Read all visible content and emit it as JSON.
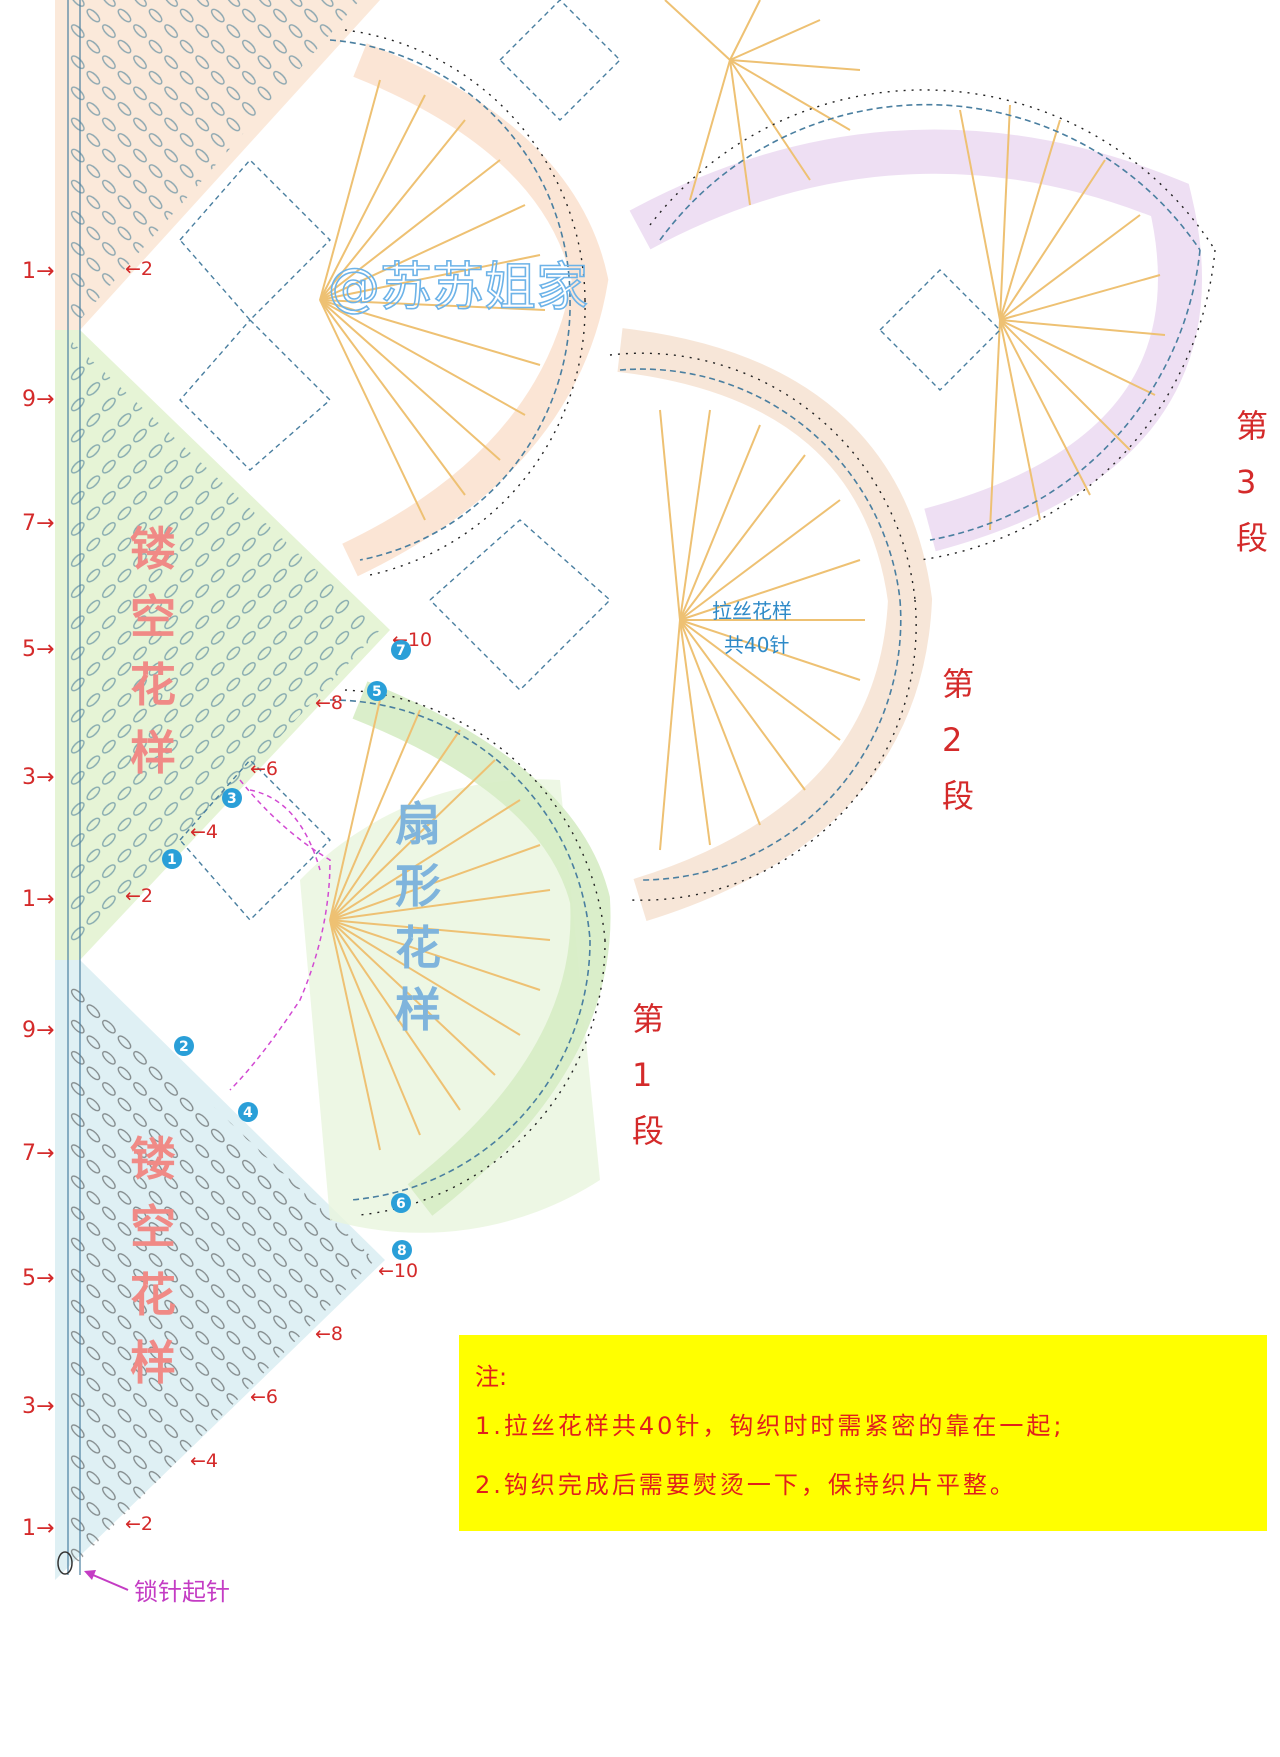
{
  "watermark": "@苏苏姐家",
  "left_panels": {
    "openwork_pattern_label": "镂空花样",
    "fan_pattern_label": "扇形花样"
  },
  "row_labels": [
    "1→",
    "9→",
    "7→",
    "5→",
    "3→",
    "1→",
    "9→",
    "7→",
    "5→",
    "3→",
    "1→"
  ],
  "right_markers": [
    "2",
    "8",
    "6",
    "4",
    "2",
    "10",
    "8",
    "6",
    "4",
    "2"
  ],
  "upper_markers": [
    "10",
    "8",
    "6",
    "4",
    "2"
  ],
  "circle_badges": [
    "1",
    "2",
    "3",
    "4",
    "5",
    "6",
    "7",
    "8"
  ],
  "sections": {
    "s1": "第1段",
    "s2": "第2段",
    "s3": "第3段"
  },
  "pulled_pattern_label": {
    "line1": "拉丝花样",
    "line2": "共40针"
  },
  "start_label": "锁针起针",
  "note": {
    "title": "注:",
    "line1": "1.拉丝花样共40针，钩织时时需紧密的靠在一起;",
    "line2": "2.钩织完成后需要熨烫一下，保持织片平整。"
  },
  "colors": {
    "peach_panel": "#fbe9da",
    "green_panel": "#e6f4d6",
    "blue_panel": "#dff0f4",
    "lavender_band": "#ecdcf2",
    "ray_color": "#eec173",
    "stitch_blue": "#4a7fa0",
    "stitch_dark": "#222222",
    "label_red": "#d42a2a",
    "note_bg": "#ffff00"
  }
}
